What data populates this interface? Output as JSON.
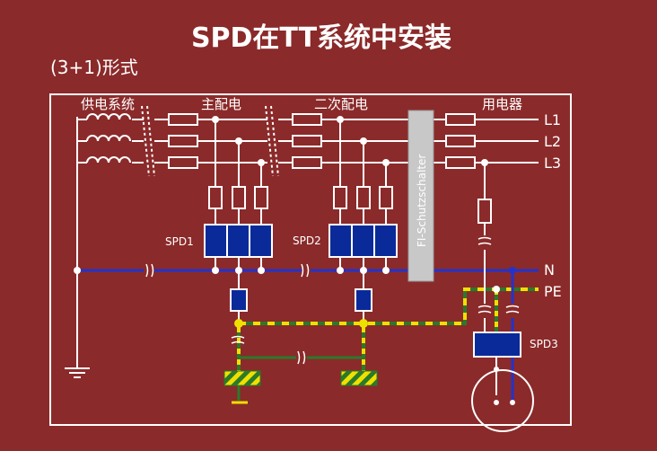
{
  "title": "SPD在TT系统中安装",
  "subtitle": "(3+1)形式",
  "sections": {
    "supply": "供电系统",
    "main_dist": "主配电",
    "sub_dist": "二次配电",
    "consumer": "用电器"
  },
  "fi_label": "FI-Schutzschalter",
  "buses": {
    "l1": "L1",
    "l2": "L2",
    "l3": "L3",
    "n": "N",
    "pe": "PE"
  },
  "spd": {
    "spd1": "SPD1",
    "spd2": "SPD2",
    "spd3": "SPD3"
  },
  "colors": {
    "background": "#8b2a2a",
    "wire": "#ffffff",
    "neutral": "#2233cc",
    "spd_fill": "#0a2a9a",
    "pe_yellow": "#f0e000",
    "pe_green": "#2a7a2a",
    "fi_box": "#c8c8c8"
  }
}
